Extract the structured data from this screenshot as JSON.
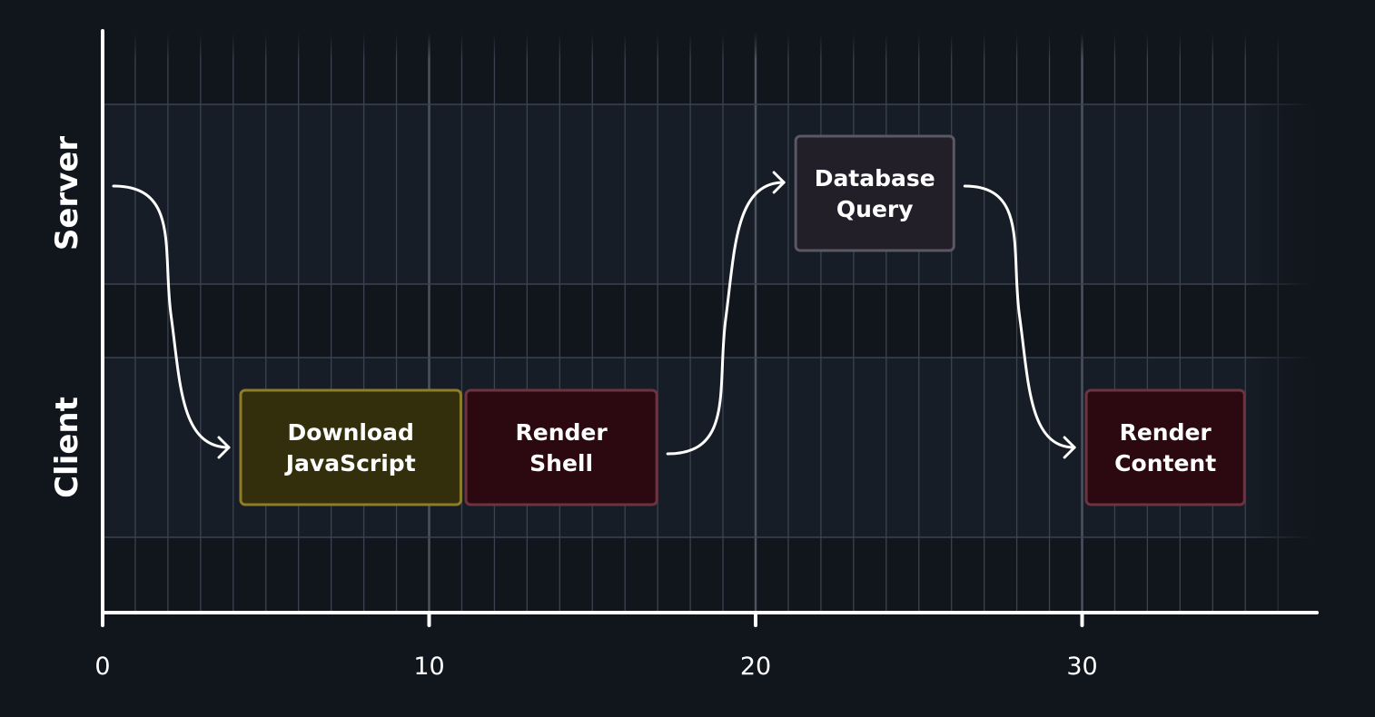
{
  "lanes": [
    {
      "id": "server",
      "label": "Server",
      "background": "#161d26"
    },
    {
      "id": "client",
      "label": "Client",
      "background": "#161d26"
    }
  ],
  "x_axis": {
    "min": 0,
    "max": 37,
    "ticks": [
      0,
      10,
      20,
      30
    ],
    "tick_labels": [
      "0",
      "10",
      "20",
      "30"
    ],
    "minor_step": 1
  },
  "tasks": [
    {
      "id": "download",
      "lane": "client",
      "lines": [
        "Download",
        "JavaScript"
      ],
      "start": 4.2,
      "end": 11.0,
      "fill": "#332e0c",
      "stroke": "#8d7d28"
    },
    {
      "id": "render-shell",
      "lane": "client",
      "lines": [
        "Render",
        "Shell"
      ],
      "start": 11.1,
      "end": 17.0,
      "fill": "#2c0911",
      "stroke": "#6e3340"
    },
    {
      "id": "db-query",
      "lane": "server",
      "lines": [
        "Database",
        "Query"
      ],
      "start": 21.2,
      "end": 26.1,
      "fill": "#221f28",
      "stroke": "#5b5764"
    },
    {
      "id": "render-content",
      "lane": "client",
      "lines": [
        "Render",
        "Content"
      ],
      "start": 30.1,
      "end": 35.0,
      "fill": "#2c0911",
      "stroke": "#6e3340"
    }
  ],
  "arrows": [
    {
      "id": "start-to-download",
      "from": "server-start",
      "to": "download"
    },
    {
      "id": "shell-to-query",
      "from": "render-shell",
      "to": "db-query"
    },
    {
      "id": "query-to-content",
      "from": "db-query",
      "to": "render-content"
    }
  ],
  "colors": {
    "background": "#11151c",
    "band": "#161d26",
    "grid": "#3b4350",
    "major_grid": "#4b535f",
    "axis": "#ffffff",
    "arrow": "#ffffff",
    "text": "#ffffff"
  }
}
